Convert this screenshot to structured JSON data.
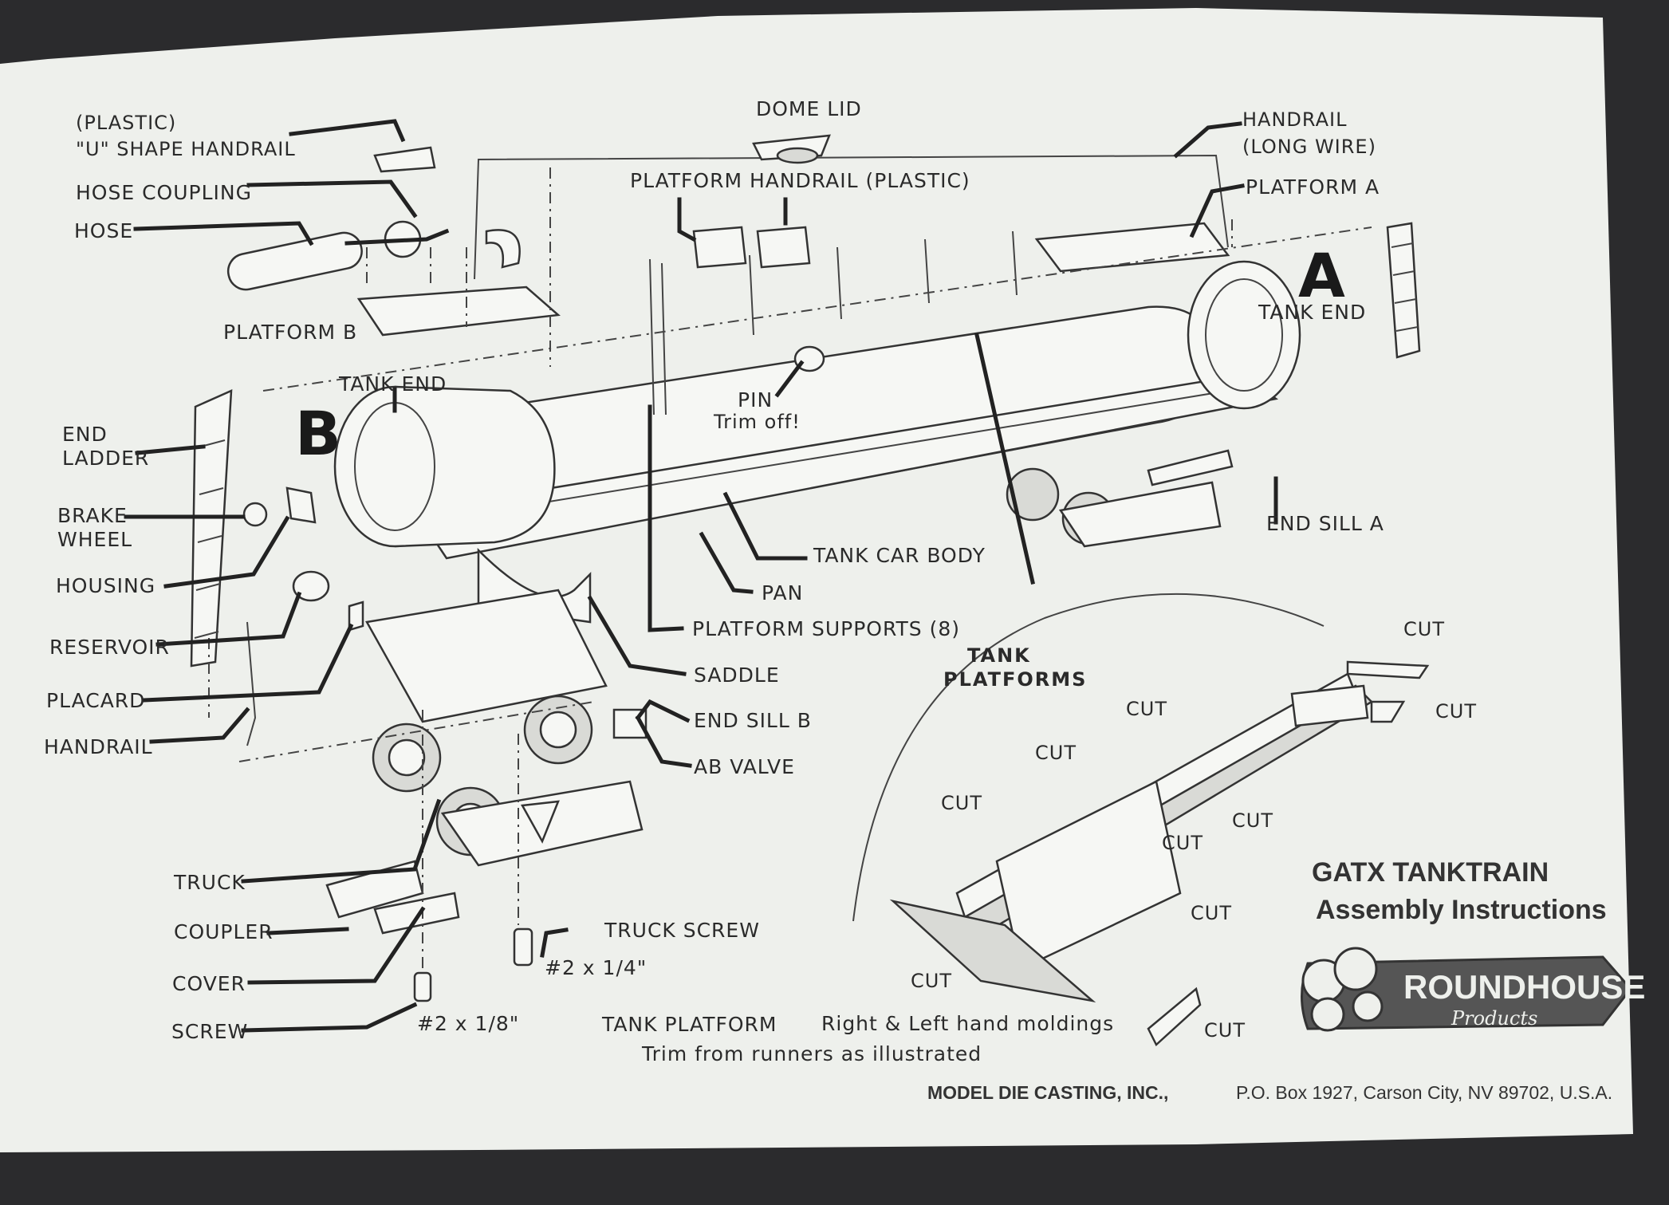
{
  "labels": {
    "plastic_u_1": "(PLASTIC)",
    "plastic_u_2": "\"U\" SHAPE HANDRAIL",
    "hose_coupling": "HOSE COUPLING",
    "hose": "HOSE",
    "platform_b": "PLATFORM B",
    "tank_end_b": "TANK END",
    "end_ladder_1": "END",
    "end_ladder_2": "LADDER",
    "brake_wheel_1": "BRAKE",
    "brake_wheel_2": "WHEEL",
    "housing": "HOUSING",
    "reservoir": "RESERVOIR",
    "placard": "PLACARD",
    "handrail": "HANDRAIL",
    "truck": "TRUCK",
    "coupler": "COUPLER",
    "cover": "COVER",
    "screw": "SCREW",
    "screw_size": "#2 x 1/8\"",
    "truck_screw": "TRUCK SCREW",
    "truck_screw_size": "#2 x 1/4\"",
    "dome_lid": "DOME LID",
    "platform_handrail": "PLATFORM HANDRAIL (PLASTIC)",
    "handrail_long_1": "HANDRAIL",
    "handrail_long_2": "(LONG WIRE)",
    "platform_a": "PLATFORM A",
    "tank_end_a": "TANK END",
    "pin": "PIN",
    "trim_off": "Trim off!",
    "end_sill_a": "END SILL A",
    "tank_car_body": "TANK CAR BODY",
    "pan": "PAN",
    "platform_supports": "PLATFORM SUPPORTS (8)",
    "saddle": "SADDLE",
    "end_sill_b": "END SILL B",
    "ab_valve": "AB VALVE",
    "tank_platforms_1": "TANK",
    "tank_platforms_2": "PLATFORMS",
    "cut": "CUT",
    "tank_platform": "TANK PLATFORM",
    "moldings": "Right & Left hand moldings",
    "trim_runners": "Trim from runners as illustrated",
    "end_a_letter": "A",
    "end_b_letter": "B"
  },
  "title": {
    "line1": "GATX TANKTRAIN",
    "line2": "Assembly Instructions"
  },
  "logo": {
    "name": "ROUNDHOUSE",
    "script": "Products"
  },
  "footer": {
    "company": "MODEL DIE CASTING, INC.,",
    "address": "P.O. Box 1927, Carson City, NV 89702, U.S.A."
  },
  "colors": {
    "paper": "#eef0ec",
    "ink": "#222222",
    "background": "#2b2b2d"
  }
}
